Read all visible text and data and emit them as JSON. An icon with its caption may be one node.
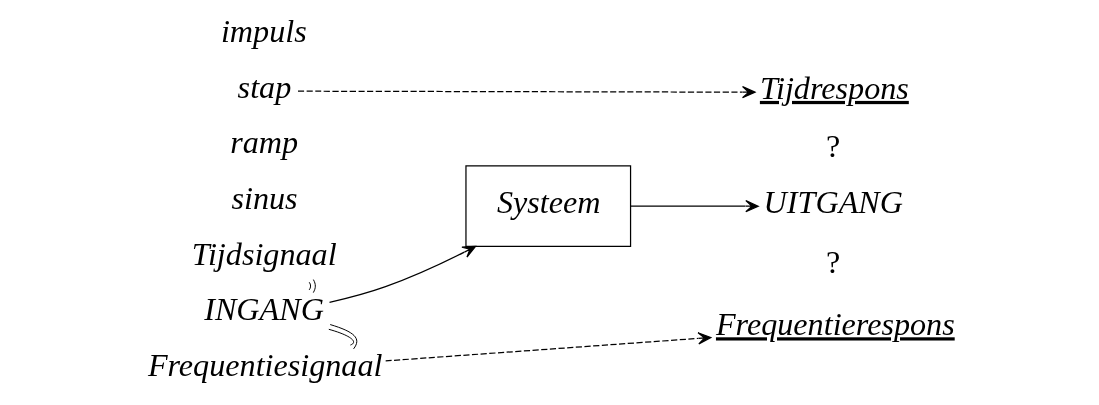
{
  "diagram": {
    "nodes": [
      {
        "text": [
          "Tijdsignaal"
        ]
      },
      {
        "text": [
          "stap"
        ]
      },
      {
        "text": [
          "Tijdrespons"
        ]
      },
      {
        "text": [
          "INGANG"
        ]
      },
      {
        "text": [
          "Systeem"
        ]
      },
      {
        "text": [
          "UITGANG"
        ]
      },
      {
        "text": [
          "Frequentiesignaal"
        ]
      },
      {
        "text": [
          "Frequentierespons"
        ]
      }
    ],
    "edges": [
      {
        "from": 0,
        "to": 3,
        "arrow": "none"
      },
      {
        "from": 3,
        "to": 6,
        "arrow": "none"
      },
      {
        "from": 1,
        "to": 2,
        "arrow": "to",
        "style": "dashed"
      },
      {
        "from": 3,
        "to": 4,
        "arrow": "to"
      },
      {
        "from": 4,
        "to": 5,
        "arrow": "to"
      },
      {
        "from": 6,
        "to": 7,
        "arrow": "to",
        "style": "dashed"
      }
    ],
    "labels": [
      "impuls",
      "ramp",
      "?",
      "?",
      "sinus"
    ]
  }
}
